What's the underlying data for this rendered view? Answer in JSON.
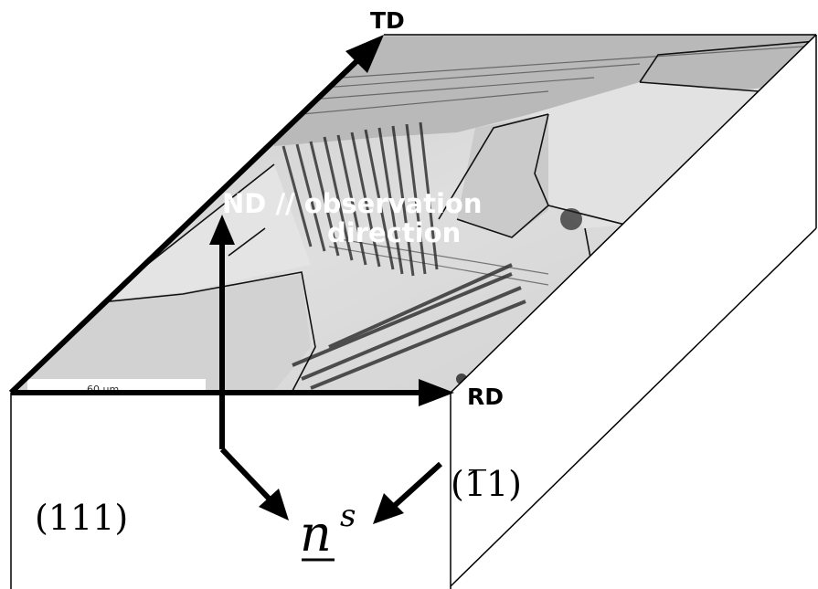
{
  "axes": {
    "td": "TD",
    "rd": "RD",
    "nd_line1": "ND // observation",
    "nd_line2": "direction"
  },
  "planes": {
    "front_face": "(111)",
    "side_face": "(1̅1)"
  },
  "normal": {
    "letter": "n",
    "superscript": "s"
  },
  "scale_bar": {
    "label": "60 µm"
  },
  "colors": {
    "ink": "#000000",
    "micrograph_light": "#d8d8d8",
    "micrograph_dark": "#2a2a2a",
    "overlay_text": "#ffffff"
  }
}
